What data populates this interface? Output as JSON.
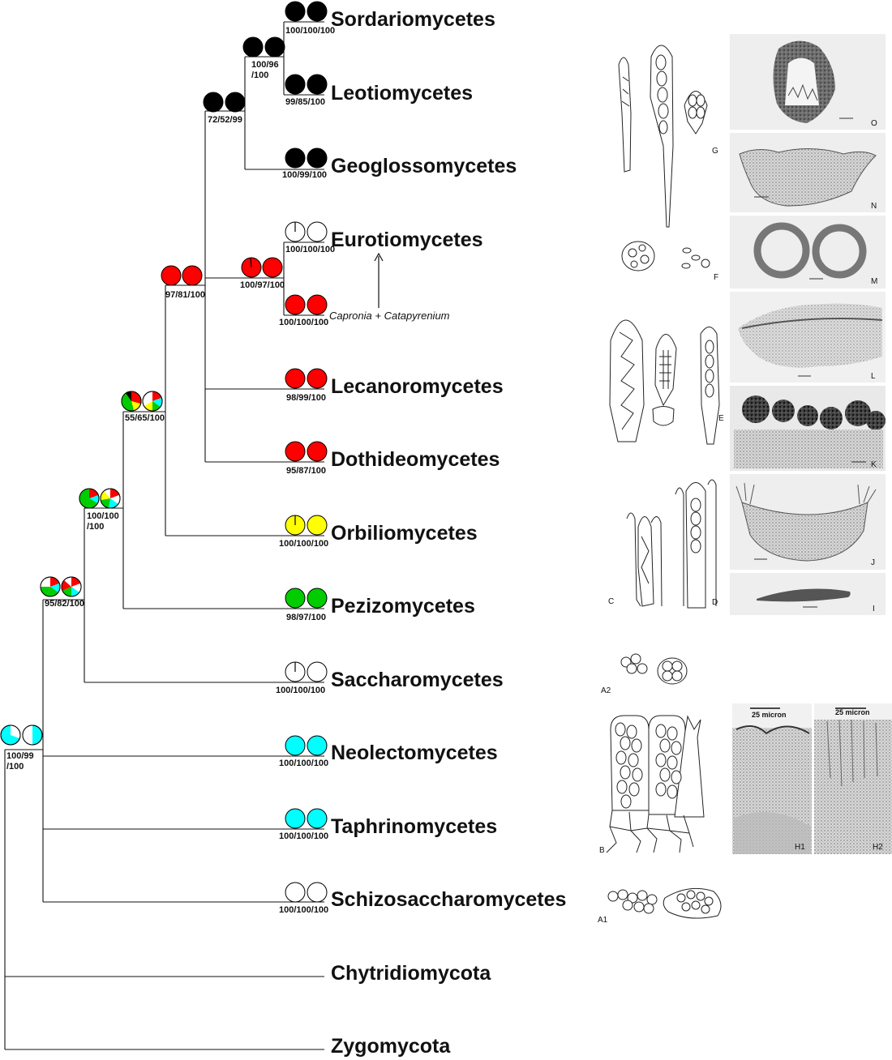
{
  "taxa": [
    {
      "name": "Sordariomycetes",
      "support": "100/100/100",
      "pies": [
        {
          "fill": "#000000"
        },
        {
          "fill": "#000000"
        }
      ]
    },
    {
      "name": "Leotiomycetes",
      "support": "99/85/100",
      "pies": [
        {
          "fill": "#000000"
        },
        {
          "fill": "#000000"
        }
      ]
    },
    {
      "name": "Geoglossomycetes",
      "support": "100/99/100",
      "pies": [
        {
          "fill": "#000000"
        },
        {
          "fill": "#000000"
        }
      ]
    },
    {
      "name": "Eurotiomycetes",
      "support": "100/100/100",
      "pies": [
        {
          "fill": "#ffffff",
          "tick": true
        },
        {
          "fill": "#ffffff"
        }
      ]
    },
    {
      "name": "",
      "support": "100/100/100",
      "pies": [
        {
          "fill": "#ff0000"
        },
        {
          "fill": "#ff0000"
        }
      ]
    },
    {
      "name": "Lecanoromycetes",
      "support": "98/99/100",
      "pies": [
        {
          "fill": "#ff0000"
        },
        {
          "fill": "#ff0000"
        }
      ]
    },
    {
      "name": "Dothideomycetes",
      "support": "95/87/100",
      "pies": [
        {
          "fill": "#ff0000"
        },
        {
          "fill": "#ff0000"
        }
      ]
    },
    {
      "name": "Orbiliomycetes",
      "support": "100/100/100",
      "pies": [
        {
          "fill": "#ffff00",
          "tick": true
        },
        {
          "fill": "#ffff00"
        }
      ]
    },
    {
      "name": "Pezizomycetes",
      "support": "98/97/100",
      "pies": [
        {
          "fill": "#00cc00"
        },
        {
          "fill": "#00cc00"
        }
      ]
    },
    {
      "name": "Saccharomycetes",
      "support": "100/100/100",
      "pies": [
        {
          "fill": "#ffffff",
          "tick": true
        },
        {
          "fill": "#ffffff"
        }
      ]
    },
    {
      "name": "Neolectomycetes",
      "support": "100/100/100",
      "pies": [
        {
          "fill": "#00ffff"
        },
        {
          "fill": "#00ffff"
        }
      ]
    },
    {
      "name": "Taphrinomycetes",
      "support": "100/100/100",
      "pies": [
        {
          "fill": "#00ffff"
        },
        {
          "fill": "#00ffff"
        }
      ]
    },
    {
      "name": "Schizosaccharomycetes",
      "support": "100/100/100",
      "pies": [
        {
          "fill": "#ffffff"
        },
        {
          "fill": "#ffffff"
        }
      ]
    },
    {
      "name": "Chytridiomycota",
      "support": "",
      "pies": []
    },
    {
      "name": "Zygomycota",
      "support": "",
      "pies": []
    }
  ],
  "nodes": [
    {
      "id": "sord-leot",
      "support_lines": [
        "100/96",
        "/100"
      ]
    },
    {
      "id": "leot-geog",
      "support_lines": [
        "72/52/99"
      ]
    },
    {
      "id": "euro",
      "support_lines": [
        "100/97/100"
      ]
    },
    {
      "id": "lecanoro-group",
      "support_lines": [
        "97/81/100"
      ]
    },
    {
      "id": "orbilio-group",
      "support_lines": [
        "55/65/100"
      ]
    },
    {
      "id": "pezizo-group",
      "support_lines": [
        "100/100",
        "/100"
      ]
    },
    {
      "id": "saccharo-group",
      "support_lines": [
        "95/82/100"
      ]
    },
    {
      "id": "root",
      "support_lines": [
        "100/99",
        "/100"
      ]
    }
  ],
  "annotation": {
    "text": "Capronia + Catapyrenium"
  },
  "panel_labels": [
    "G",
    "O",
    "N",
    "F",
    "M",
    "L",
    "E",
    "K",
    "J",
    "C",
    "D",
    "I",
    "A2",
    "B",
    "H1",
    "H2",
    "A1"
  ],
  "scale_labels": {
    "h1": "25 micron",
    "h2": "25 micron"
  },
  "colors": {
    "black": "#000000",
    "red": "#ff0000",
    "yellow": "#ffff00",
    "green": "#00cc00",
    "cyan": "#00ffff",
    "white": "#ffffff"
  }
}
